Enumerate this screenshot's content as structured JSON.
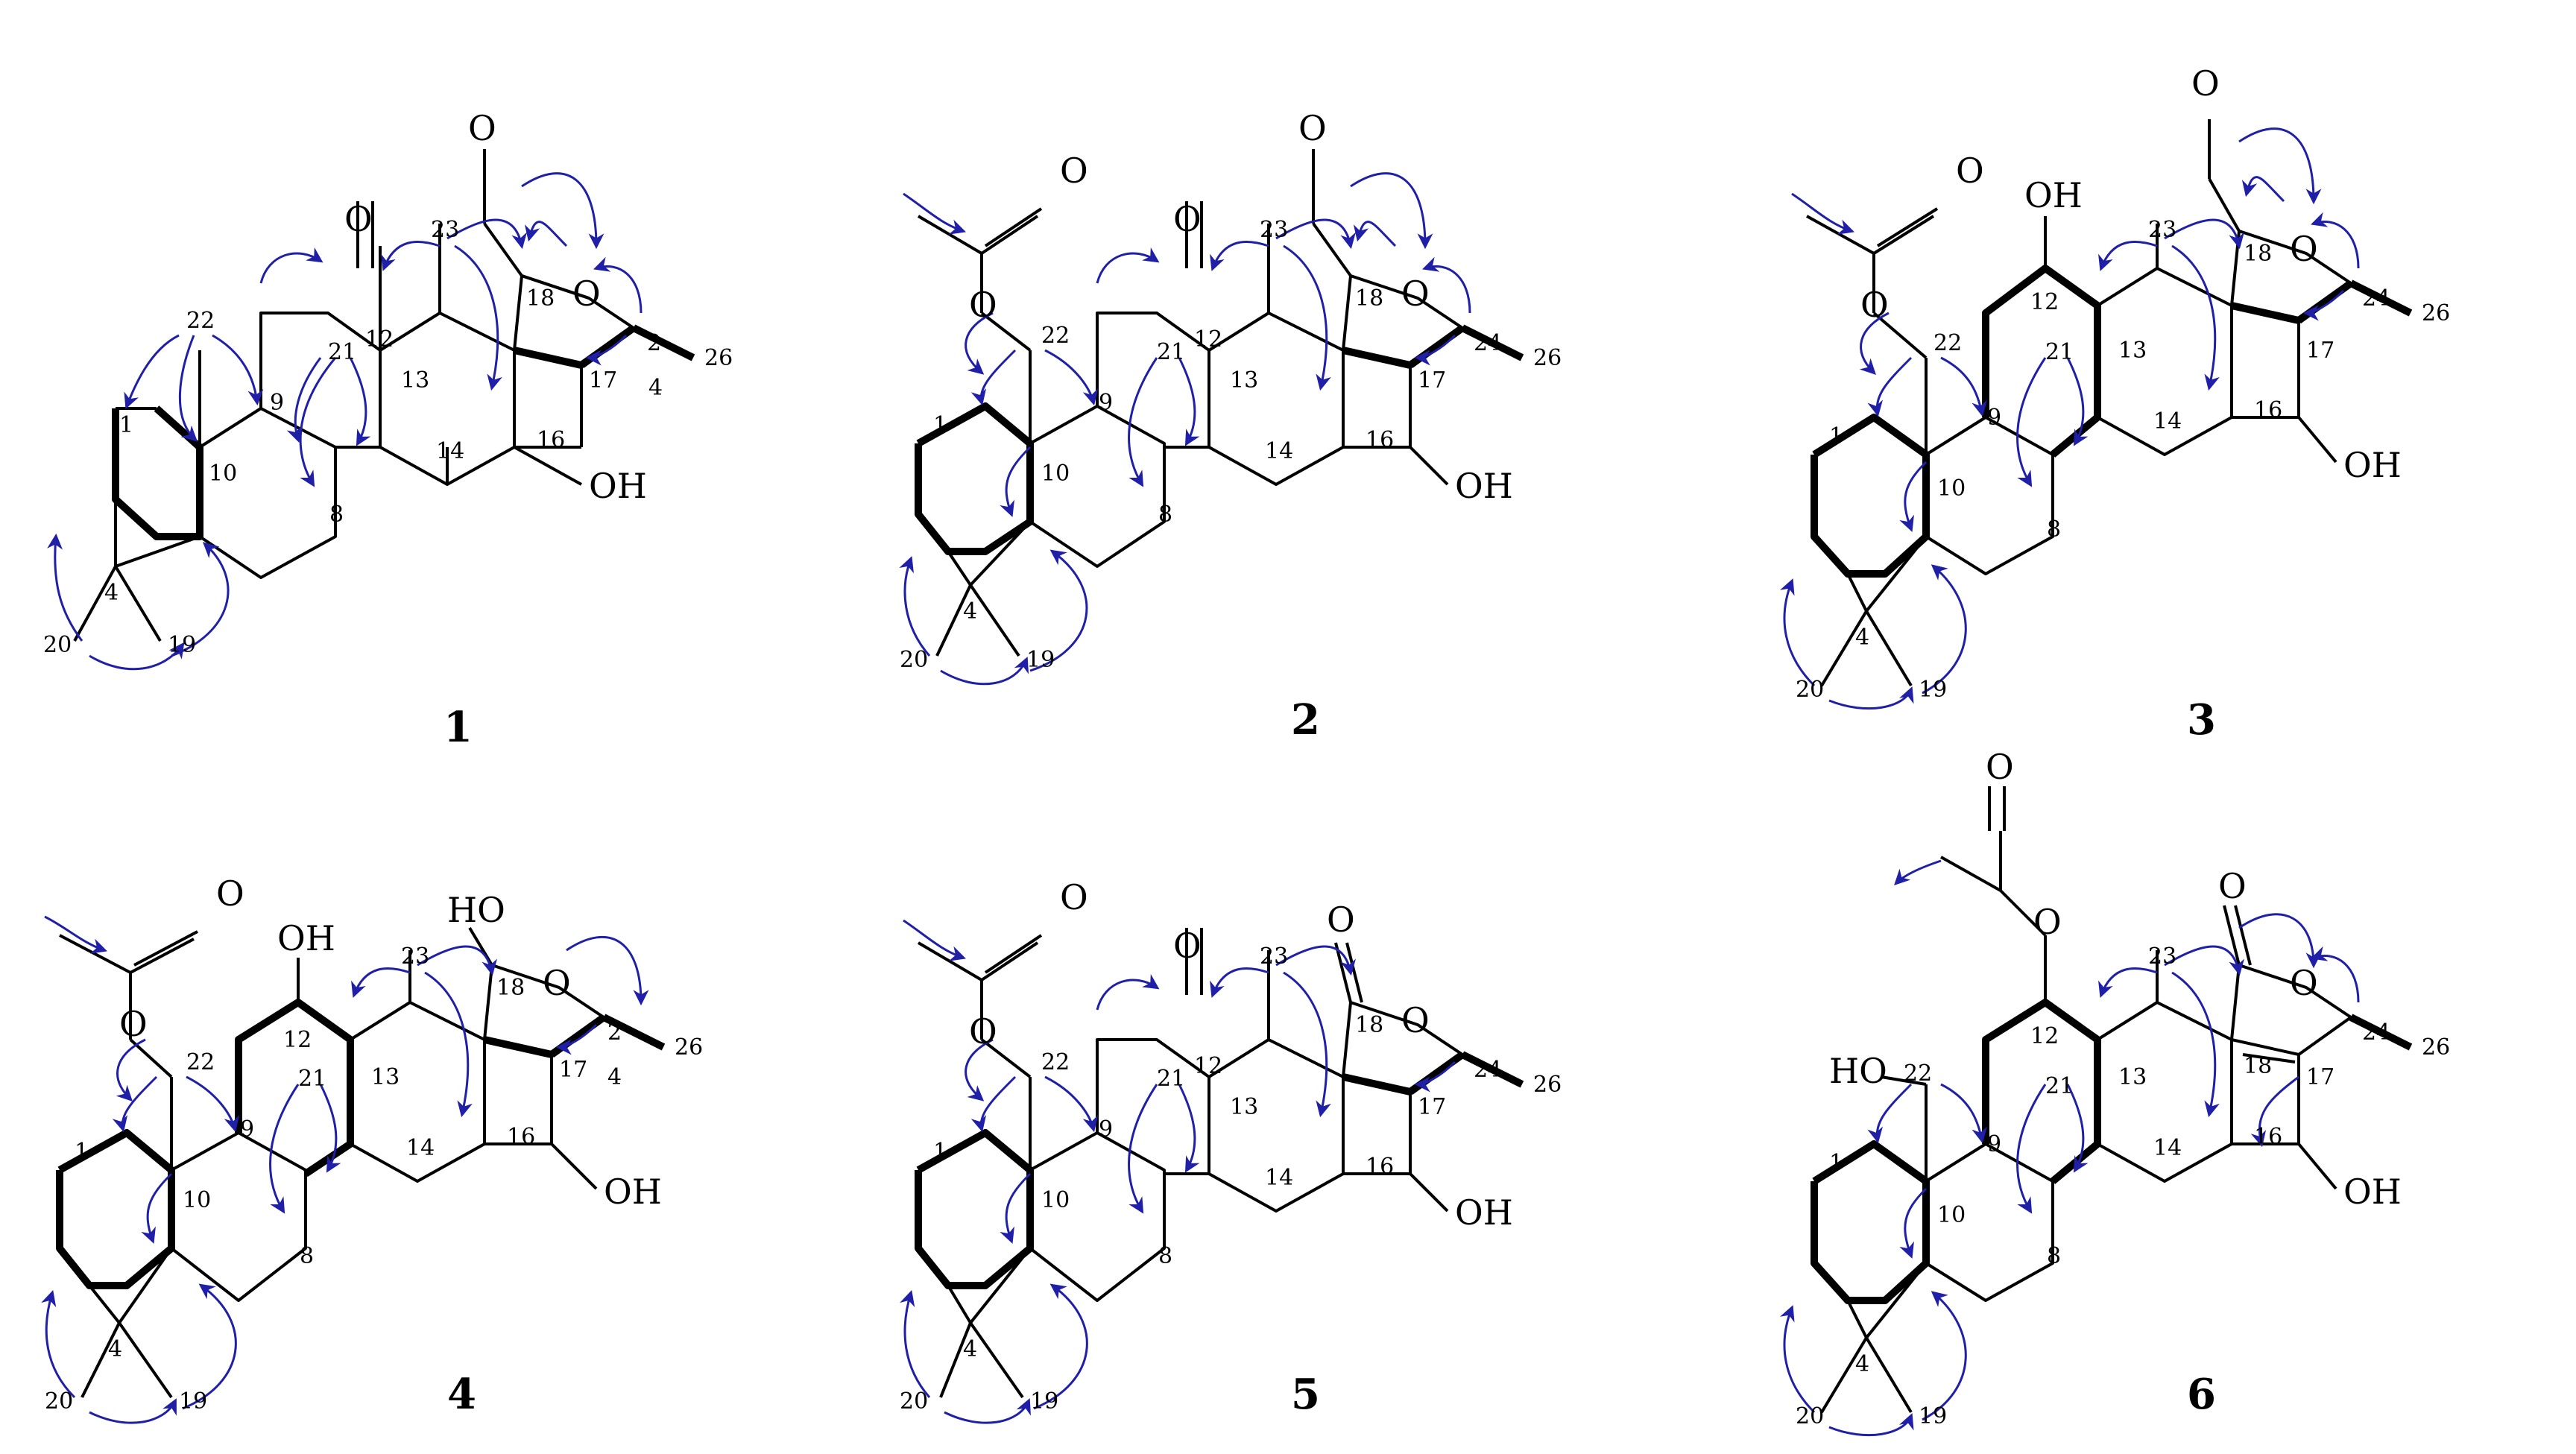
{
  "figure": {
    "colors": {
      "bond": "#000000",
      "hmbc_arrow": "#1f1fa8",
      "background": "#ffffff"
    },
    "compounds": [
      {
        "id": "1",
        "atom_labels": [
          "O",
          "O",
          "O",
          "OH"
        ],
        "numbers": [
          "1",
          "2",
          "4",
          "4",
          "8",
          "9",
          "10",
          "12",
          "13",
          "14",
          "16",
          "17",
          "18",
          "19",
          "20",
          "21",
          "22",
          "23",
          "26"
        ]
      },
      {
        "id": "2",
        "atom_labels": [
          "O",
          "O",
          "O",
          "O",
          "O",
          "OH"
        ],
        "numbers": [
          "1",
          "4",
          "8",
          "9",
          "10",
          "12",
          "13",
          "14",
          "16",
          "17",
          "18",
          "19",
          "20",
          "21",
          "22",
          "23",
          "24",
          "26"
        ]
      },
      {
        "id": "3",
        "atom_labels": [
          "O",
          "O",
          "O",
          "O",
          "OH",
          "OH"
        ],
        "numbers": [
          "1",
          "4",
          "8",
          "9",
          "10",
          "12",
          "13",
          "14",
          "16",
          "17",
          "18",
          "19",
          "20",
          "21",
          "22",
          "23",
          "24",
          "26"
        ]
      },
      {
        "id": "4",
        "atom_labels": [
          "O",
          "O",
          "OH",
          "HO",
          "O",
          "OH"
        ],
        "numbers": [
          "1",
          "2",
          "4",
          "4",
          "8",
          "9",
          "10",
          "12",
          "13",
          "14",
          "16",
          "17",
          "18",
          "19",
          "20",
          "21",
          "22",
          "23",
          "26"
        ]
      },
      {
        "id": "5",
        "atom_labels": [
          "O",
          "O",
          "O",
          "O",
          "O",
          "OH"
        ],
        "numbers": [
          "1",
          "4",
          "8",
          "9",
          "10",
          "12",
          "13",
          "14",
          "16",
          "17",
          "18",
          "19",
          "20",
          "21",
          "22",
          "23",
          "24",
          "26"
        ]
      },
      {
        "id": "6",
        "atom_labels": [
          "O",
          "O",
          "O",
          "O",
          "HO",
          "OH"
        ],
        "numbers": [
          "1",
          "4",
          "8",
          "9",
          "10",
          "12",
          "13",
          "14",
          "16",
          "17",
          "18",
          "19",
          "20",
          "21",
          "22",
          "23",
          "24",
          "26"
        ]
      }
    ]
  }
}
